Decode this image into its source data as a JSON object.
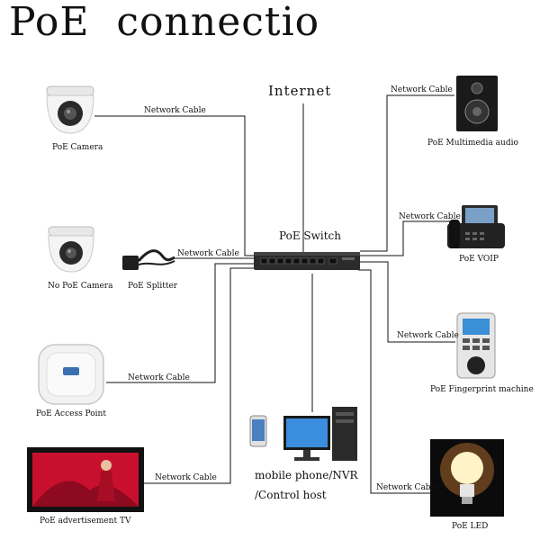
{
  "title": "PoE  connectio",
  "internet_label": "Internet",
  "switch": {
    "label": "PoE Switch"
  },
  "cable_label": "Network Cable",
  "devices": {
    "poe_camera": "PoE Camera",
    "no_poe_camera": "No PoE Camera",
    "poe_splitter": "PoE Splitter",
    "access_point": "PoE Access Point",
    "advertisement_tv": "PoE advertisement TV",
    "multimedia_audio": "PoE Multimedia audio",
    "voip": "PoE VOIP",
    "fingerprint": "PoE Fingerprint machine",
    "led": "PoE LED",
    "host_line1": "mobile phone/NVR",
    "host_line2": "/Control host"
  },
  "colors": {
    "line": "#111111",
    "switch_body": "#2b2b2b",
    "led_glow": "#ff9a3c",
    "tv_screen": "#c8102e"
  }
}
